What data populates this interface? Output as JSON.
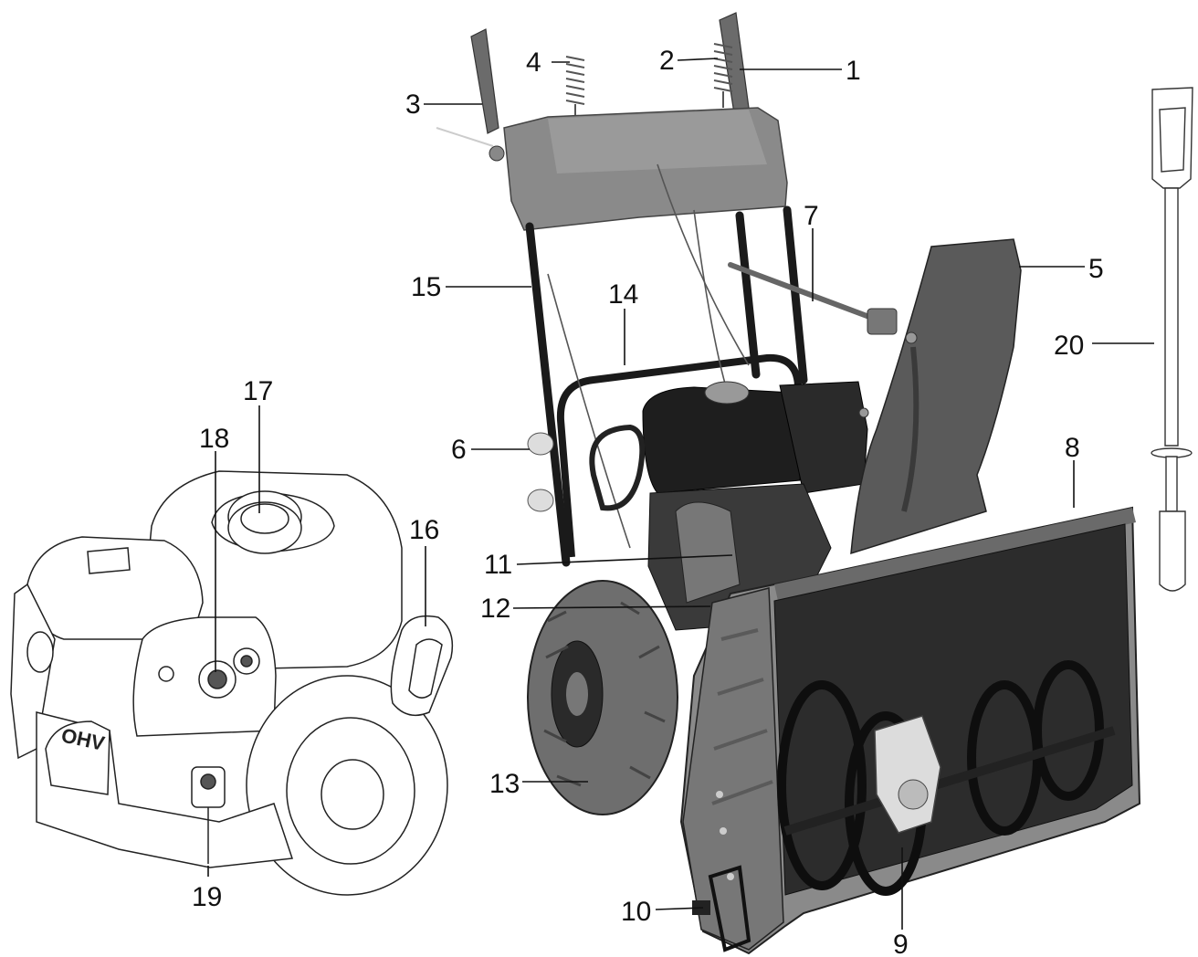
{
  "callouts": [
    {
      "id": "1",
      "text": "1"
    },
    {
      "id": "2",
      "text": "2"
    },
    {
      "id": "3",
      "text": "3"
    },
    {
      "id": "4",
      "text": "4"
    },
    {
      "id": "5",
      "text": "5"
    },
    {
      "id": "6",
      "text": "6"
    },
    {
      "id": "7",
      "text": "7"
    },
    {
      "id": "8",
      "text": "8"
    },
    {
      "id": "9",
      "text": "9"
    },
    {
      "id": "10",
      "text": "10"
    },
    {
      "id": "11",
      "text": "11"
    },
    {
      "id": "12",
      "text": "12"
    },
    {
      "id": "13",
      "text": "13"
    },
    {
      "id": "14",
      "text": "14"
    },
    {
      "id": "15",
      "text": "15"
    },
    {
      "id": "16",
      "text": "16"
    },
    {
      "id": "17",
      "text": "17"
    },
    {
      "id": "18",
      "text": "18"
    },
    {
      "id": "19",
      "text": "19"
    },
    {
      "id": "20",
      "text": "20"
    }
  ],
  "engine_badge": "OHV"
}
